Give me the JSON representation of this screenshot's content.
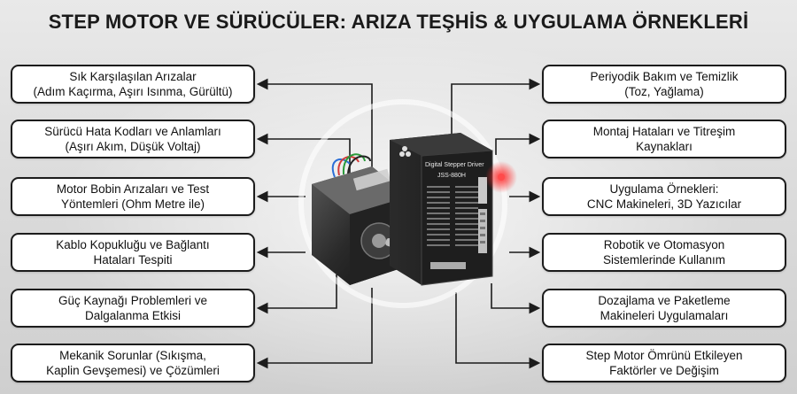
{
  "title": "STEP MOTOR VE SÜRÜCÜLER: ARIZA TEŞHİS & UYGULAMA ÖRNEKLERİ",
  "left_boxes": [
    {
      "line1": "Sık Karşılaşılan Arızalar",
      "line2": "(Adım Kaçırma, Aşırı Isınma, Gürültü)"
    },
    {
      "line1": "Sürücü Hata Kodları ve Anlamları",
      "line2": "(Aşırı Akım, Düşük Voltaj)"
    },
    {
      "line1": "Motor Bobin Arızaları ve Test",
      "line2": "Yöntemleri (Ohm Metre ile)"
    },
    {
      "line1": "Kablo Kopukluğu ve Bağlantı",
      "line2": "Hataları Tespiti"
    },
    {
      "line1": "Güç Kaynağı Problemleri ve",
      "line2": "Dalgalanma Etkisi"
    },
    {
      "line1": "Mekanik Sorunlar (Sıkışma,",
      "line2": "Kaplin Gevşemesi) ve Çözümleri"
    }
  ],
  "right_boxes": [
    {
      "line1": "Periyodik Bakım ve Temizlik",
      "line2": "(Toz, Yağlama)"
    },
    {
      "line1": "Montaj Hataları ve Titreşim",
      "line2": "Kaynakları"
    },
    {
      "line1": "Uygulama Örnekleri:",
      "line2": "CNC Makineleri, 3D Yazıcılar"
    },
    {
      "line1": "Robotik ve Otomasyon",
      "line2": "Sistemlerinde Kullanım"
    },
    {
      "line1": "Dozajlama ve Paketleme",
      "line2": "Makineleri Uygulamaları"
    },
    {
      "line1": "Step Motor Ömrünü Etkileyen",
      "line2": "Faktörler ve Değişim"
    }
  ],
  "driver": {
    "label": "Digital Stepper Driver",
    "model": "JSS-880H"
  },
  "colors": {
    "box_border": "#1c1c1c",
    "arrow": "#1c1c1c",
    "led": "#ff2a2a"
  }
}
